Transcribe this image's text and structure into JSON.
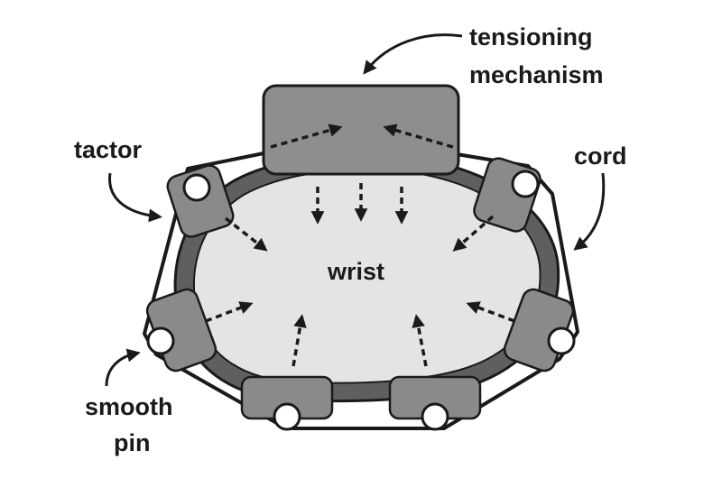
{
  "labels": {
    "tensioning_1": "tensioning",
    "tensioning_2": "mechanism",
    "tactor": "tactor",
    "cord": "cord",
    "wrist": "wrist",
    "smooth_1": "smooth",
    "smooth_2": "pin"
  },
  "colors": {
    "wrist_fill": "#e4e4e4",
    "band": "#5f5f5f",
    "tactor_fill": "#8a8a8a",
    "mechanism_fill": "#8e8e8e",
    "outline": "#1a1a1a",
    "pin_fill": "#ffffff"
  },
  "icons": {
    "arrow": "dashed-force-arrow",
    "pin": "white-circle-pin"
  }
}
